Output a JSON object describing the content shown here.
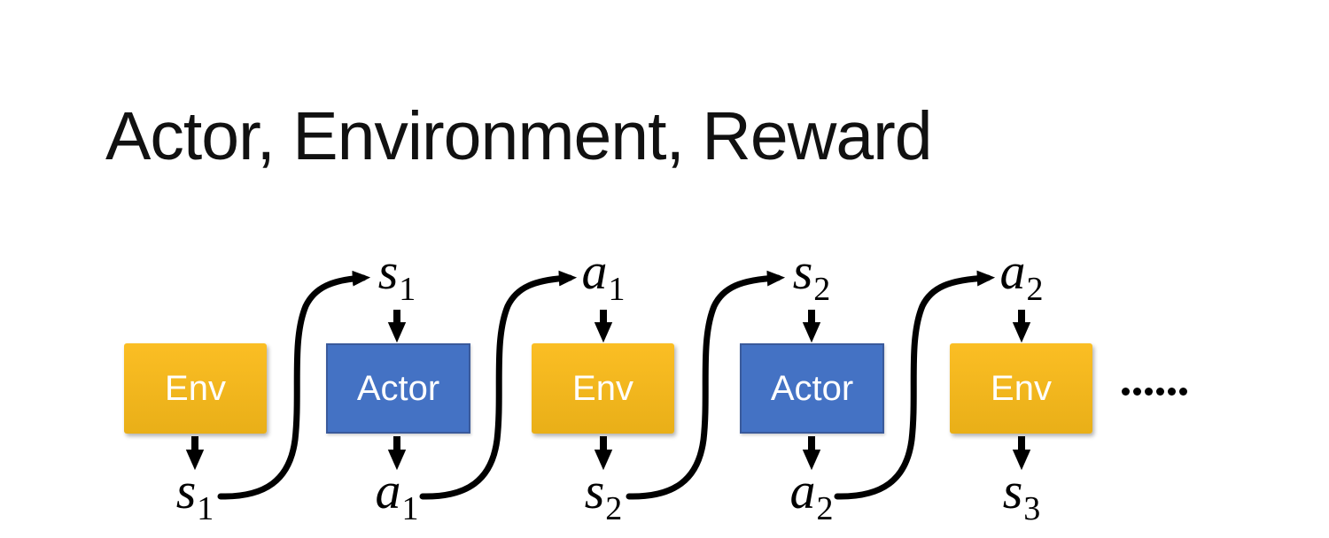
{
  "title": "Actor, Environment, Reward",
  "diagram": {
    "nodes": [
      {
        "type": "env",
        "label": "Env",
        "input": null,
        "output": {
          "base": "s",
          "sub": "1"
        }
      },
      {
        "type": "actor",
        "label": "Actor",
        "input": {
          "base": "s",
          "sub": "1"
        },
        "output": {
          "base": "a",
          "sub": "1"
        }
      },
      {
        "type": "env",
        "label": "Env",
        "input": {
          "base": "a",
          "sub": "1"
        },
        "output": {
          "base": "s",
          "sub": "2"
        }
      },
      {
        "type": "actor",
        "label": "Actor",
        "input": {
          "base": "s",
          "sub": "2"
        },
        "output": {
          "base": "a",
          "sub": "2"
        }
      },
      {
        "type": "env",
        "label": "Env",
        "input": {
          "base": "a",
          "sub": "2"
        },
        "output": {
          "base": "s",
          "sub": "3"
        }
      }
    ],
    "continuation": {
      "symbol": "……",
      "dot_count": 6
    },
    "colors": {
      "env_gradient_top": "#FBBE24",
      "env_gradient_bottom": "#E9AF18",
      "actor_fill": "#4472C4",
      "actor_border": "#3A5A9B",
      "box_text": "#FFFFFF",
      "arrow": "#000000",
      "title": "#111111"
    }
  }
}
